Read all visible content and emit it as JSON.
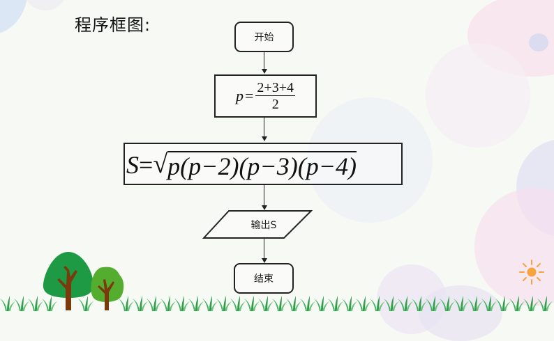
{
  "slide": {
    "title": "程序框图:",
    "background_color": "#f7f9f4"
  },
  "flowchart": {
    "start": {
      "label": "开始",
      "shape": "rounded-rectangle"
    },
    "step1": {
      "shape": "rectangle",
      "lhs": "p",
      "eq": "=",
      "numerator": "2+3+4",
      "denominator": "2"
    },
    "step2": {
      "shape": "rectangle",
      "lhs": "S",
      "eq": "=",
      "radical": "√",
      "radicand": "p(p−2)(p−3)(p−4)"
    },
    "output": {
      "label": "输出S",
      "shape": "parallelogram"
    },
    "end": {
      "label": "结束",
      "shape": "rounded-rectangle"
    }
  },
  "decorations": {
    "trees": [
      "dark-green-tree",
      "light-green-tree"
    ],
    "sun_color": "#f5a33a",
    "tree_dark": "#1e9a44",
    "tree_light": "#55ad2f",
    "trunk": "#7a3a0c",
    "grass": "#3bb45a"
  }
}
